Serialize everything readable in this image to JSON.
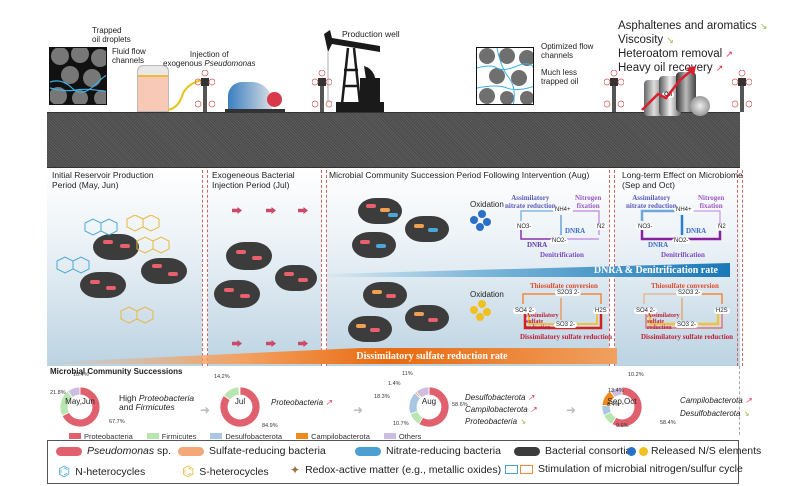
{
  "top": {
    "trapped_oil": "Trapped\noil droplets",
    "trapped_oil_l1": "Trapped",
    "trapped_oil_l2": "oil droplets",
    "fluid_flow_l1": "Fluid flow",
    "fluid_flow_l2": "channels",
    "injection_l1": "Injection of",
    "injection_l2": "exogenous",
    "injection_species": "Pseudomonas",
    "production_well": "Production well",
    "optimized_l1": "Optimized flow",
    "optimized_l2": "channels",
    "less_trapped_l1": "Much less",
    "less_trapped_l2": "trapped oil",
    "outcomes": [
      {
        "label": "Asphaltenes and aromatics",
        "trend": "down",
        "color": "#8fbf3f"
      },
      {
        "label": "Viscosity",
        "trend": "down",
        "color": "#8fbf3f"
      },
      {
        "label": "Heteroatom removal",
        "trend": "up",
        "color": "#e0283a"
      },
      {
        "label": "Heavy oil recovery",
        "trend": "up",
        "color": "#e0283a"
      }
    ],
    "barrel_label": "Oil"
  },
  "periods": [
    {
      "l1": "Initial Reservoir Production",
      "l2": "Period  (May, Jun)"
    },
    {
      "l1": "Exogeneous Bacterial",
      "l2": "Injection Period (Jul)"
    },
    {
      "l1": "Microbial Community Succession Period Following Intervention (Aug)",
      "l2": ""
    },
    {
      "l1": "Long-term Effect on Microbiome",
      "l2": "(Sep and Oct)"
    }
  ],
  "nitrogen_cycle": {
    "oxidation": "Oxidation",
    "assimilatory_l1": "Assimilatory",
    "assimilatory_l2": "nitrate reduction",
    "fixation_l1": "Nitrogen",
    "fixation_l2": "fixation",
    "nh4": "NH4+",
    "no3": "NO3-",
    "no2": "NO2-",
    "n2": "N2",
    "dnra": "DNRA",
    "denitrification": "Denitrification",
    "rate_band": "DNRA & Denitrification rate"
  },
  "sulfur_cycle": {
    "oxidation": "Oxidation",
    "thiosulfate": "Thiosulfate conversion",
    "s2o3": "S2O3 2-",
    "so4": "SO4 2-",
    "so3": "SO3 2-",
    "h2s": "H2S",
    "assim_l1": "Assimilatory",
    "assim_l2": "sulfate",
    "assim_l3": "reduction",
    "dissimilatory": "Dissimilatory sulfate reduction",
    "rate_band": "Dissimilatory sulfate reduction rate"
  },
  "successions": {
    "title": "Microbial Community Successions",
    "colors": {
      "Proteobacteria": "#e0606e",
      "Firmicutes": "#b9e6b0",
      "Desulfobacterota": "#a9c7e3",
      "Campilobacterota": "#f08a1c",
      "Others": "#cdbde0"
    },
    "legend": [
      "Proteobacteria",
      "Firmicutes",
      "Desulfobacterota",
      "Campilobacterota",
      "Others"
    ],
    "donuts": [
      {
        "center": "May,Jun",
        "slices": [
          {
            "name": "Proteobacteria",
            "pct": 67.7
          },
          {
            "name": "Firmicutes",
            "pct": 21.8
          },
          {
            "name": "Others",
            "pct": 10.4
          }
        ],
        "labels": [
          "67.7%",
          "21.8%",
          "10.4%"
        ],
        "note_l1": "High ",
        "note_i1": "Proteobacteria",
        "note_l2": "and ",
        "note_i2": "Firmicutes"
      },
      {
        "center": "Jul",
        "slices": [
          {
            "name": "Proteobacteria",
            "pct": 84.9
          },
          {
            "name": "Firmicutes",
            "pct": 14.2
          }
        ],
        "labels": [
          "84.9%",
          "14.2%"
        ],
        "notes": [
          {
            "text": "Proteobacteria",
            "trend": "up"
          }
        ]
      },
      {
        "center": "Aug",
        "slices": [
          {
            "name": "Proteobacteria",
            "pct": 58.6
          },
          {
            "name": "Firmicutes",
            "pct": 10.7
          },
          {
            "name": "Desulfobacterota",
            "pct": 18.3
          },
          {
            "name": "Campilobacterota",
            "pct": 1.4
          },
          {
            "name": "Others",
            "pct": 11
          }
        ],
        "labels": [
          "58.6%",
          "10.7%",
          "18.3%",
          "1.4%",
          "11%"
        ],
        "notes": [
          {
            "text": "Desulfobacterota",
            "trend": "up"
          },
          {
            "text": "Campilobacterota",
            "trend": "up"
          },
          {
            "text": "Proteobacteria",
            "trend": "down"
          }
        ]
      },
      {
        "center": "Sep,Oct",
        "slices": [
          {
            "name": "Proteobacteria",
            "pct": 58.4
          },
          {
            "name": "Firmicutes",
            "pct": 9.6
          },
          {
            "name": "Desulfobacterota",
            "pct": 8.4
          },
          {
            "name": "Campilobacterota",
            "pct": 13.4
          },
          {
            "name": "Others",
            "pct": 10.2
          }
        ],
        "labels": [
          "58.4%",
          "9.6%",
          "8.4%",
          "13.4%",
          "10.2%"
        ],
        "notes": [
          {
            "text": "Campilobacterota",
            "trend": "up"
          },
          {
            "text": "Desulfobacterota",
            "trend": "down"
          }
        ]
      }
    ]
  },
  "legend": {
    "pseudomonas": "Pseudomonas",
    "pseudomonas_suffix": " sp.",
    "srb": "Sulfate-reducing bacteria",
    "nrb": "Nitrate-reducing bacteria",
    "consortia": "Bacterial consortia",
    "released": "Released N/S elements",
    "n_het": "N-heterocycles",
    "s_het": "S-heterocycles",
    "redox": "Redox-active matter (e.g., metallic oxides)",
    "stim": "Stimulation of microbial nitrogen/sulfur cycle"
  }
}
